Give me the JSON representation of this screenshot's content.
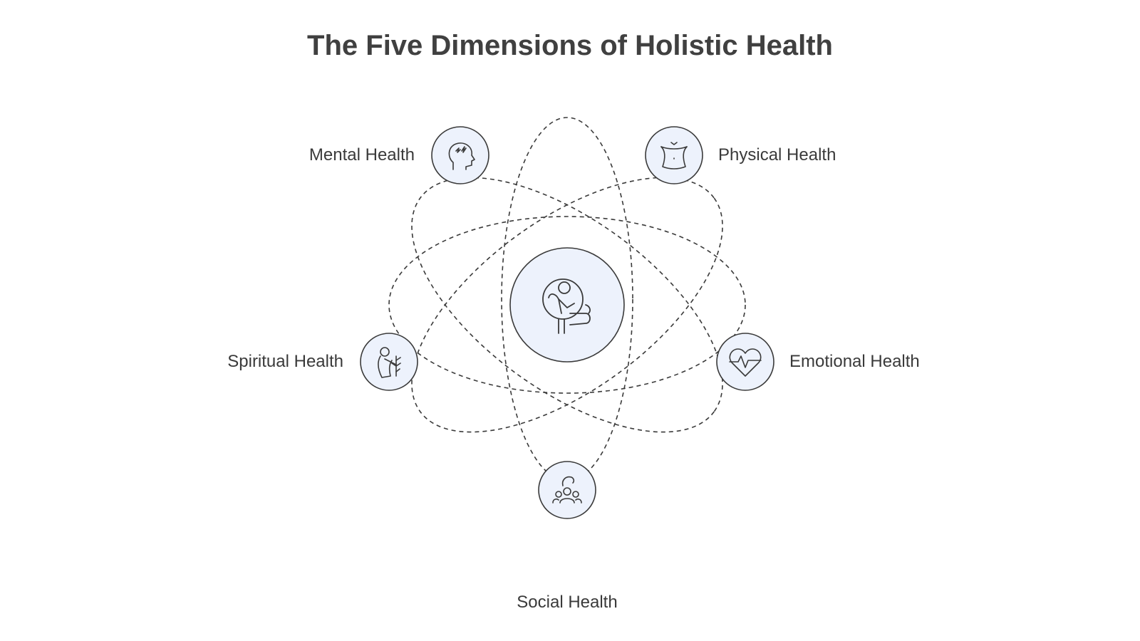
{
  "title": "The Five Dimensions of Holistic Health",
  "center": {
    "icon": "person-in-circle-icon"
  },
  "dimensions": [
    {
      "label": "Mental Health",
      "icon": "head-brain-icon"
    },
    {
      "label": "Physical Health",
      "icon": "torso-body-icon"
    },
    {
      "label": "Spiritual Health",
      "icon": "person-with-plant-icon"
    },
    {
      "label": "Emotional Health",
      "icon": "heart-pulse-icon"
    },
    {
      "label": "Social Health",
      "icon": "group-people-icon"
    }
  ],
  "colors": {
    "node_fill": "#edf2fc",
    "node_stroke": "#3a3a3a",
    "orbit_stroke": "#3a3a3a",
    "title": "#404040"
  }
}
